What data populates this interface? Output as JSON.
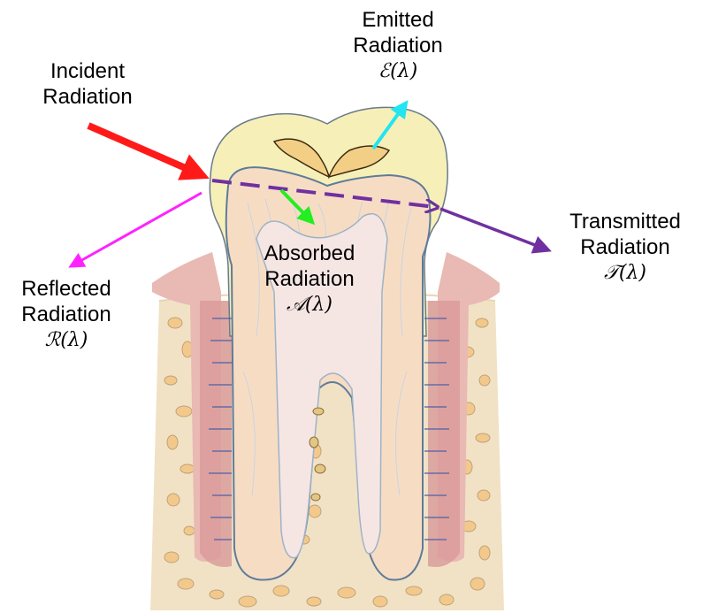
{
  "labels": {
    "incident": {
      "line1": "Incident",
      "line2": "Radiation"
    },
    "emitted": {
      "line1": "Emitted",
      "line2": "Radiation",
      "symbol": "ℰ(λ)"
    },
    "transmitted": {
      "line1": "Transmitted",
      "line2": "Radiation",
      "symbol": "𝒯(λ)"
    },
    "absorbed": {
      "line1": "Absorbed",
      "line2": "Radiation",
      "symbol": "𝒜(λ)"
    },
    "reflected": {
      "line1": "Reflected",
      "line2": "Radiation",
      "symbol": "ℛ(λ)"
    }
  },
  "colors": {
    "incident_arrow": "#ff1a1a",
    "emitted_arrow": "#22e5f0",
    "transmitted_arrow": "#7030a0",
    "absorbed_arrow": "#22ee22",
    "reflected_arrow": "#ff22ff",
    "enamel": "#f6f0b8",
    "dentin": "#f7dcc4",
    "pulp": "#f5e6e4",
    "gum": "#e9b9b3",
    "bone": "#f1e2c6"
  }
}
